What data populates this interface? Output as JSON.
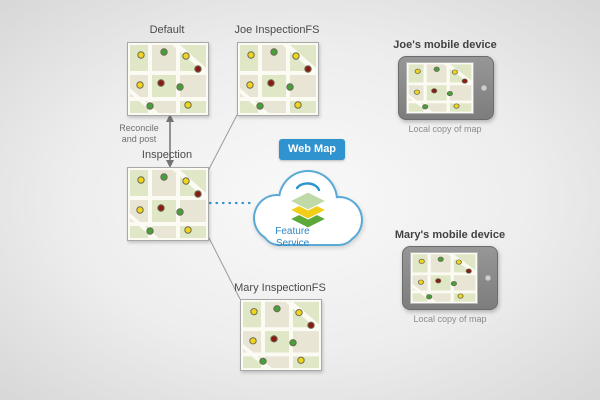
{
  "maps": {
    "default": {
      "label": "Default"
    },
    "joe": {
      "label": "Joe InspectionFS"
    },
    "inspection": {
      "label": "Inspection"
    },
    "mary": {
      "label": "Mary InspectionFS"
    }
  },
  "sync": {
    "line1": "Reconcile",
    "line2": "and post"
  },
  "cloud": {
    "badge": "Web Map",
    "service_line1": "Feature",
    "service_line2": "Service"
  },
  "devices": {
    "joe": {
      "title": "Joe's mobile device",
      "caption": "Local copy of map"
    },
    "mary": {
      "title": "Mary's mobile device",
      "caption": "Local copy of map"
    }
  },
  "colors": {
    "badge_blue": "#2e93cf",
    "service_text_blue": "#2e86c1",
    "marker_yellow": "#f2d41d",
    "marker_green": "#479f3c",
    "marker_red": "#8a1a12",
    "connector_gray": "#9a9a9a"
  }
}
